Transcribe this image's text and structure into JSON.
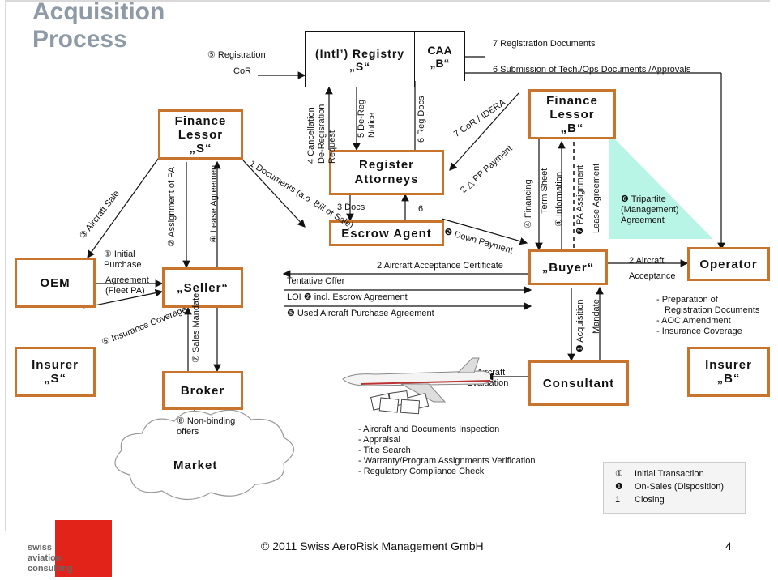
{
  "title": {
    "line1": "Acquisition",
    "line2": "Process"
  },
  "colors": {
    "box_border": "#c8742c",
    "title": "#8e9aa6",
    "triangle": "#b9f5e6",
    "logo_red": "#e2231a"
  },
  "nodes": {
    "oem": "OEM",
    "insurer_s": "Insurer „S“",
    "finance_lessor_s": "Finance Lessor „S“",
    "seller": "„Seller“",
    "broker": "Broker",
    "market": "Market",
    "registry_s": "(Intl’) Registry „S“",
    "caa_b": "CAA „B“",
    "register_attorneys": "Register Attorneys",
    "escrow_agent": "Escrow Agent",
    "finance_lessor_b": "Finance Lessor „B“",
    "buyer": "„Buyer“",
    "operator": "Operator",
    "consultant": "Consultant",
    "insurer_b": "Insurer „B“"
  },
  "labels": {
    "aircraft_sale": "③ Aircraft Sale",
    "initial_purchase": "① Initial Purchase",
    "agreement_fleet": "Agreement (Fleet PA)",
    "insurance_coverage": "⑥ Insurance Coverage",
    "assignment_pa": "② Assignment of PA",
    "lease_agreement": "④ Lease Agreement",
    "sales_mandate": "⑦ Sales Mandate",
    "registration": "⑤ Registration",
    "cor": "CoR",
    "documents": "1 Documents (a.o. Bill of Sale)",
    "cancellation": "4 Cancellation De-Regisration Request",
    "dereg_notice": "5 De-Reg Notice",
    "reg_docs": "6 Reg Docs",
    "three_docs": "3 Docs",
    "six": "6",
    "cor_idera": "7 CoR / IDERA",
    "pp_payment": "2 △ PP Payment",
    "down_payment": "❷ Down Payment",
    "reg_documents": "7 Registration Documents",
    "submission": "6 Submission of Tech./Ops Documents /Approvals",
    "financing": "④ Financing",
    "term_sheet": "Term Sheet",
    "information": "④ Information",
    "pa_assignment": "❼ PA Assignment",
    "lease_agreement_b": "Lease Agreement",
    "tripartite": "❻ Tripartite (Management) Agreement",
    "acquisition": "❶ Acquisition",
    "mandate": "Mandate",
    "two_aircraft": "2 Aircraft",
    "acceptance": "Acceptance",
    "aircraft_acceptance_cert": "2 Aircraft Acceptance Certificate",
    "tentative_offer": "Tentative Offer",
    "loi": "LOI ❷ incl. Escrow Agreement",
    "used_aircraft": "❺ Used Aircraft Purchase Agreement",
    "aircraft_evaluation": "❸ Aircraft Evaluation",
    "nonbinding": "⑧ Non-binding offers"
  },
  "operator_tasks": [
    "- Preparation of",
    "Registration Documents",
    "- AOC Amendment",
    "- Insurance Coverage"
  ],
  "inspection_list": [
    "- Aircraft and Documents Inspection",
    "- Appraisal",
    "- Title Search",
    "- Warranty/Program Assignments Verification",
    "- Regulatory Compliance Check"
  ],
  "legend": [
    {
      "symbol": "①",
      "text": "Initial Transaction"
    },
    {
      "symbol": "❶",
      "text": "On-Sales (Disposition)"
    },
    {
      "symbol": "1",
      "text": "Closing"
    }
  ],
  "footer": {
    "copyright": "© 2011 Swiss AeroRisk Management GmbH",
    "page": "4",
    "logo": [
      "swiss",
      "aviation",
      "consulting"
    ]
  }
}
